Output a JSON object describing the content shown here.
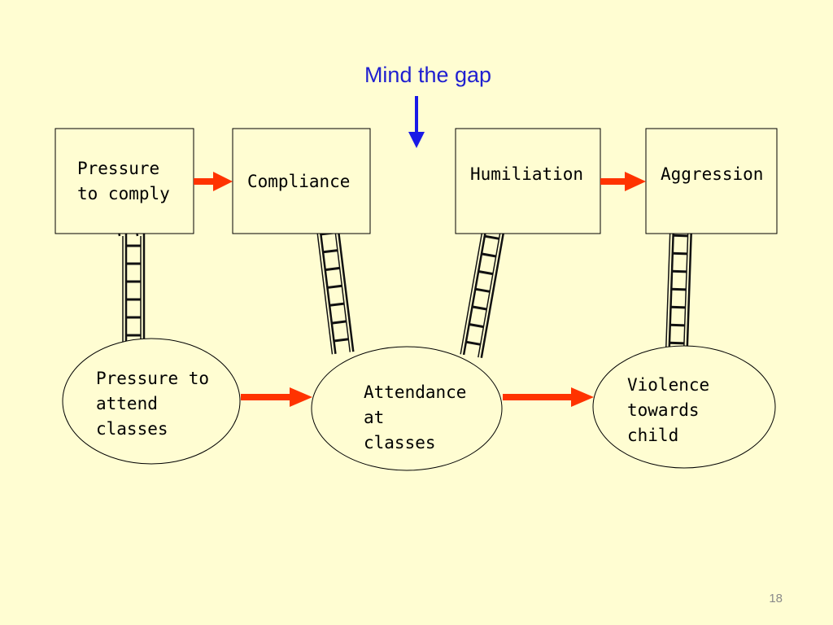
{
  "slide": {
    "title": "Mind the gap",
    "page_number": "18"
  },
  "colors": {
    "background": "#fffdd2",
    "title": "#1f1fd0",
    "gap_arrow": "#1a1ae6",
    "flow_arrow": "#ff3300",
    "box_border": "#000000",
    "page_number": "#8a8a8a"
  },
  "boxes": [
    {
      "lines": [
        "Pressure",
        "to comply"
      ]
    },
    {
      "lines": [
        "Compliance"
      ]
    },
    {
      "lines": [
        "Humiliation"
      ]
    },
    {
      "lines": [
        "Aggression"
      ]
    }
  ],
  "ovals": [
    {
      "lines": [
        "Pressure to",
        "attend",
        "classes"
      ]
    },
    {
      "lines": [
        "Attendance",
        "at",
        "classes"
      ]
    },
    {
      "lines": [
        "Violence",
        "towards",
        "child"
      ]
    }
  ],
  "icons": {
    "ladder": "ladder-icon",
    "flow_arrow": "arrow-right-icon",
    "gap_arrow": "arrow-down-icon"
  }
}
